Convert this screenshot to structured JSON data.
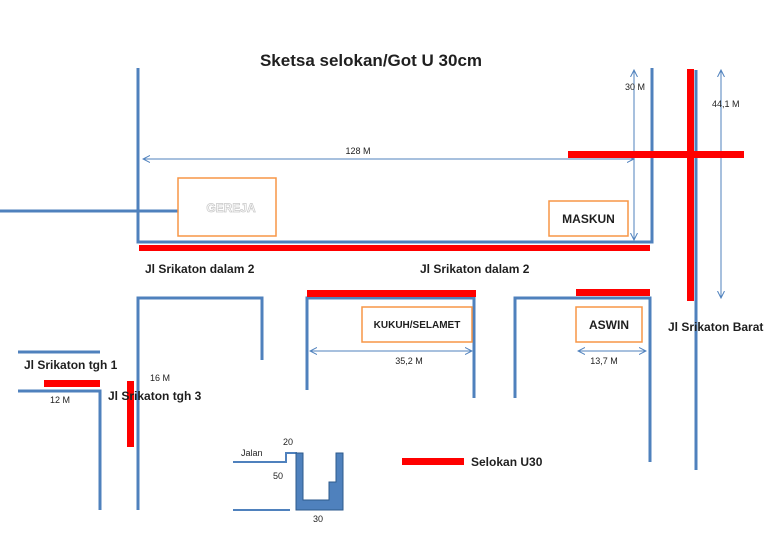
{
  "title": "Sketsa selokan/Got  U 30cm",
  "colors": {
    "road": "#4f81bd",
    "selokan": "#ff0000",
    "building": "#f79646",
    "dimension": "#4f81bd",
    "text": "#1f1f1f",
    "gereja_text": "#d9d9d9"
  },
  "buildings": {
    "gereja": "GEREJA",
    "maskun": "MASKUN",
    "kukuh": "KUKUH/SELAMET",
    "aswin": "ASWIN"
  },
  "roads": {
    "dalam2_left": "Jl Srikaton dalam 2",
    "dalam2_right": "Jl Srikaton dalam 2",
    "barat": "Jl Srikaton Barat",
    "tgh1": "Jl Srikaton tgh 1",
    "tgh3": "Jl Srikaton tgh 3"
  },
  "dimensions": {
    "d128": "128 M",
    "d30": "30 M",
    "d44": "44,1 M",
    "d35": "35,2 M",
    "d13": "13,7 M",
    "d16": "16 M",
    "d12": "12 M"
  },
  "cross_section": {
    "jalan": "Jalan",
    "w20": "20",
    "h50": "50",
    "w30": "30"
  },
  "legend": {
    "label": "Selokan U30"
  }
}
